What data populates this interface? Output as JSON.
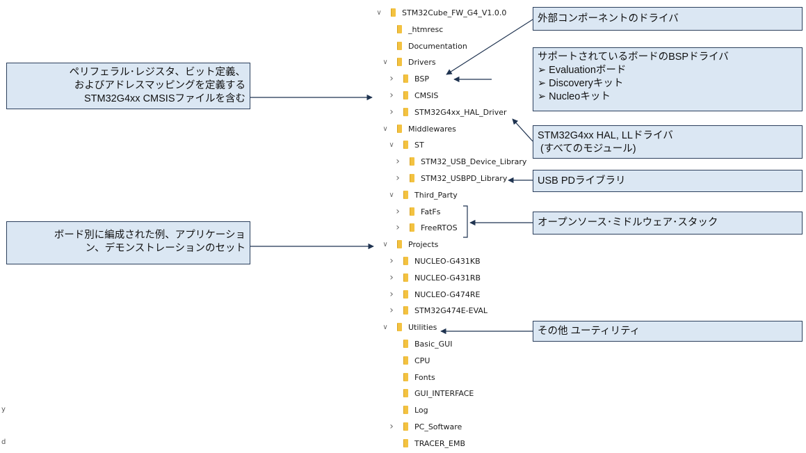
{
  "tree": [
    {
      "label": "STM32Cube_FW_G4_V1.0.0",
      "chev": "down"
    },
    {
      "label": "_htmresc",
      "chev": "none"
    },
    {
      "label": "Documentation",
      "chev": "none"
    },
    {
      "label": "Drivers",
      "chev": "down"
    },
    {
      "label": "BSP",
      "chev": "right"
    },
    {
      "label": "CMSIS",
      "chev": "right"
    },
    {
      "label": "STM32G4xx_HAL_Driver",
      "chev": "right"
    },
    {
      "label": "Middlewares",
      "chev": "down"
    },
    {
      "label": "ST",
      "chev": "down"
    },
    {
      "label": "STM32_USB_Device_Library",
      "chev": "right"
    },
    {
      "label": "STM32_USBPD_Library",
      "chev": "right"
    },
    {
      "label": "Third_Party",
      "chev": "down"
    },
    {
      "label": "FatFs",
      "chev": "right"
    },
    {
      "label": "FreeRTOS",
      "chev": "right"
    },
    {
      "label": "Projects",
      "chev": "down"
    },
    {
      "label": "NUCLEO-G431KB",
      "chev": "right"
    },
    {
      "label": "NUCLEO-G431RB",
      "chev": "right"
    },
    {
      "label": "NUCLEO-G474RE",
      "chev": "right"
    },
    {
      "label": "STM32G474E-EVAL",
      "chev": "right"
    },
    {
      "label": "Utilities",
      "chev": "down"
    },
    {
      "label": "Basic_GUI",
      "chev": "none"
    },
    {
      "label": "CPU",
      "chev": "none"
    },
    {
      "label": "Fonts",
      "chev": "none"
    },
    {
      "label": "GUI_INTERFACE",
      "chev": "none"
    },
    {
      "label": "Log",
      "chev": "none"
    },
    {
      "label": "PC_Software",
      "chev": "right"
    },
    {
      "label": "TRACER_EMB",
      "chev": "none"
    }
  ],
  "callouts": {
    "external_drivers": "外部コンポーネントのドライバ",
    "bsp": {
      "title": "サポートされているボードのBSPドライバ",
      "items": [
        "➢ Evaluationボード",
        "➢ Discoveryキット",
        "➢ Nucleoキット"
      ]
    },
    "hal": {
      "line1": "STM32G4xx HAL, LLドライバ",
      "line2": " (すべてのモジュール)"
    },
    "usbpd": "USB PDライブラリ",
    "open_source": "オープンソース･ミドルウェア･スタック",
    "utilities": "その他 ユーティリティ",
    "cmsis": {
      "line1": "ペリフェラル･レジスタ、ビット定義、",
      "line2": "およびアドレスマッピングを定義する",
      "line3": "STM32G4xx CMSISファイルを含む"
    },
    "projects": {
      "line1": "ボード別に編成された例、アプリケーショ",
      "line2": "ン、デモンストレーションのセット"
    }
  },
  "edge_fragments": {
    "frag1": "y",
    "frag2": "d"
  }
}
